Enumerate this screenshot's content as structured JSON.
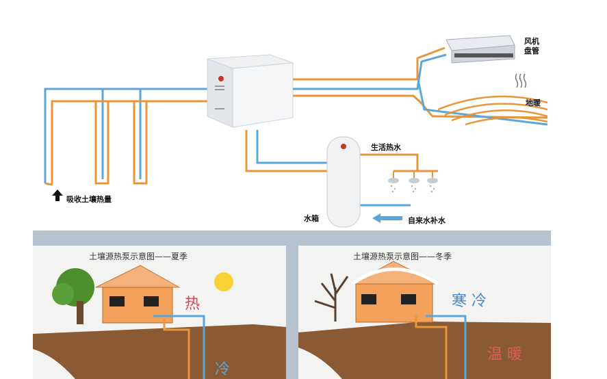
{
  "labels": {
    "fan_coil": [
      "风机",
      "盘管"
    ],
    "floor_heating": "地暖",
    "hot_water": "生活热水",
    "absorb_heat": "吸收土壤热量",
    "tank": "水箱",
    "tap_water": "自来水补水"
  },
  "panels": {
    "summer": {
      "title": "土壤源热泵示意图——夏季",
      "word_top": "热",
      "word_bottom": "冷"
    },
    "winter": {
      "title": "土壤源热泵示意图——冬季",
      "word_top": "寒 冷",
      "word_bottom": "温 暖"
    }
  },
  "colors": {
    "pipe_warm": "#e8963a",
    "pipe_cold": "#5aa6d6",
    "separator": "#b6c3cf",
    "soil": "#8a5a34",
    "house_wall": "#f2a15a",
    "roof": "#f4b27a"
  }
}
